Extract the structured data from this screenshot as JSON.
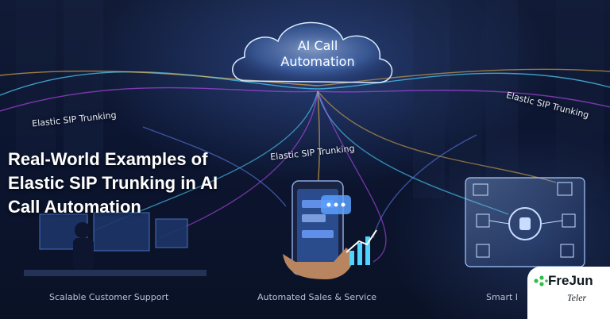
{
  "cloud": {
    "line1": "AI Call",
    "line2": "Automation"
  },
  "curve_labels": {
    "left": "Elastic SIP Trunking",
    "middle": "Elastic SIP Trunking",
    "right": "Elastic SIP Trunking"
  },
  "headline": {
    "line1": "Real-World Examples of",
    "line2": "Elastic SIP Trunking in AI",
    "line3": "Call Automation"
  },
  "captions": {
    "left": "Scalable Customer Support",
    "middle": "Automated Sales & Service",
    "right": "Smart I"
  },
  "logo": {
    "name": "FreJun",
    "sub": "Teler",
    "accent": "#2fbf4a"
  },
  "colors": {
    "cyan": "#4fd3ff",
    "magenta": "#c44cff",
    "gold": "#ffc24a",
    "navy": "#0a1226"
  }
}
